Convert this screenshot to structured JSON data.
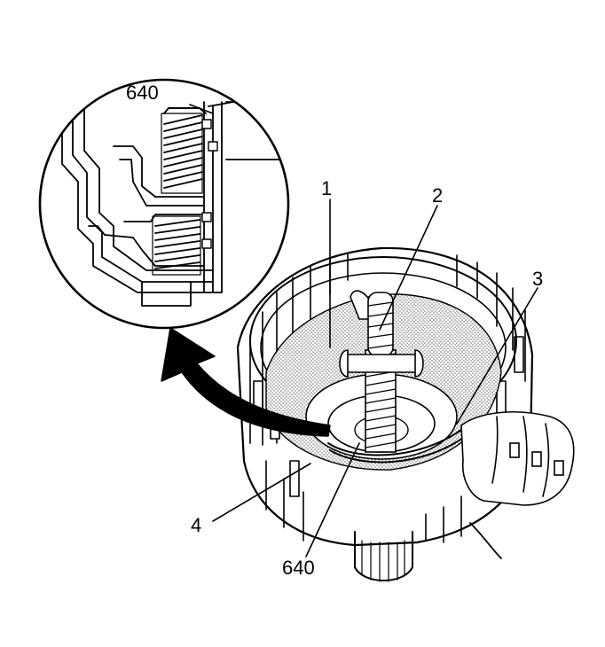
{
  "diagram": {
    "colors": {
      "ink": "#000000",
      "background": "#ffffff",
      "stipple": "#9a9a9a"
    },
    "labels": {
      "callout_640_detail": "640",
      "callout_1": "1",
      "callout_2": "2",
      "callout_3": "3",
      "callout_4": "4",
      "callout_640_bottom": "640"
    },
    "icons": {
      "detail_arrow": "curved-arrow-icon",
      "tool_hand": "hand-icon"
    }
  }
}
